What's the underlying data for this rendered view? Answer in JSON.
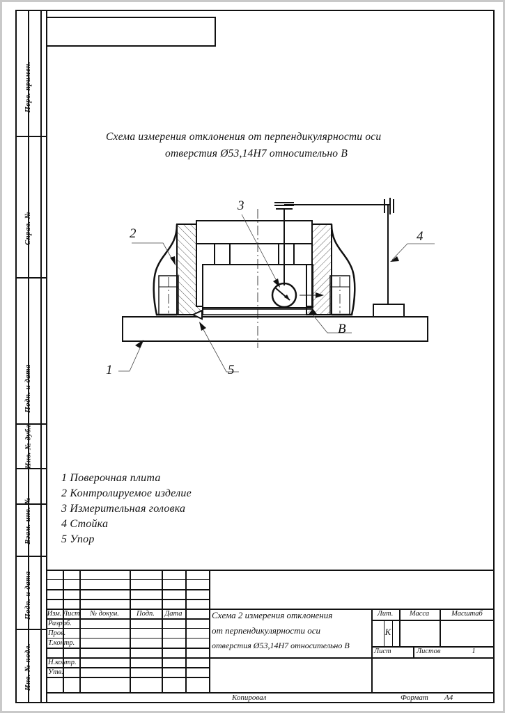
{
  "sheet": {
    "format_label": "Формат",
    "format_value": "А4",
    "copied_label": "Копировал"
  },
  "sidebar": {
    "labels": [
      {
        "name": "perv-primen",
        "text": "Перв. примен."
      },
      {
        "name": "sprav-no",
        "text": "Справ. №"
      },
      {
        "name": "podp-i-data-1",
        "text": "Подп. и дата"
      },
      {
        "name": "inv-no-dubl",
        "text": "Инв. № дубл."
      },
      {
        "name": "vzam-inv-no",
        "text": "Взам. инв. №"
      },
      {
        "name": "podp-i-data-2",
        "text": "Подп. и дата"
      },
      {
        "name": "inv-no-podl",
        "text": "Инв. № подл."
      }
    ]
  },
  "drawing": {
    "title_line1": "Схема измерения отклонения от перпендикулярности оси",
    "title_line2": "отверстия Ø53,14Н7 относительно В",
    "balloons": [
      {
        "id": "1",
        "label": "1"
      },
      {
        "id": "2",
        "label": "2"
      },
      {
        "id": "3",
        "label": "3"
      },
      {
        "id": "4",
        "label": "4"
      },
      {
        "id": "5",
        "label": "5"
      }
    ],
    "datum_label": "В",
    "legend": [
      "1 Поверочная плита",
      "2 Контролируемое изделие",
      "3 Измерительная головка",
      "4 Стойка",
      "5 Упор"
    ]
  },
  "title_block": {
    "columns": [
      "Изм.",
      "Лист",
      "№ докум.",
      "Подп.",
      "Дата"
    ],
    "roles": [
      "Разраб.",
      "Пров.",
      "Т.контр.",
      "",
      "Н.контр.",
      "Утв."
    ],
    "drawing_name": [
      "Схема 2 измерения отклонения",
      "от перпендикулярности оси",
      "отверстия Ø53,14Н7 относительно В"
    ],
    "lit_label": "Лит.",
    "massa_label": "Масса",
    "masshtab_label": "Масштаб",
    "lit_value": "К",
    "massa_value": "",
    "masshtab_value": "",
    "list_label": "Лист",
    "listov_label": "Листов",
    "listov_value": "1",
    "list_value": ""
  }
}
